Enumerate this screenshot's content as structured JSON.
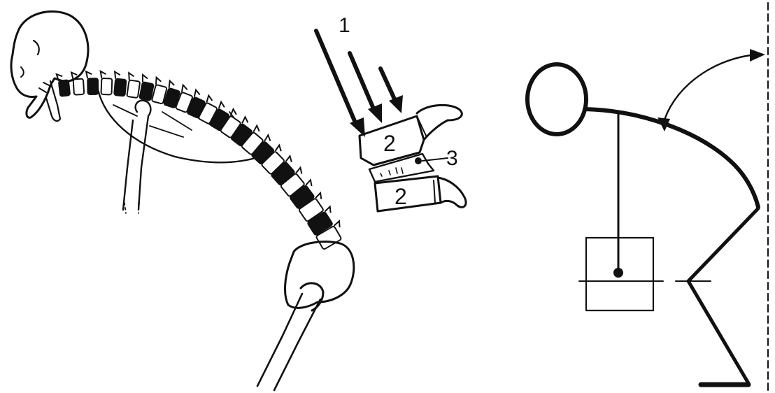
{
  "colors": {
    "ink": "#111111",
    "paper": "#ffffff"
  },
  "spine_figure": {
    "labels": {
      "force": "1",
      "vertebra_upper": "2",
      "vertebra_lower": "2",
      "disc": "3"
    }
  }
}
